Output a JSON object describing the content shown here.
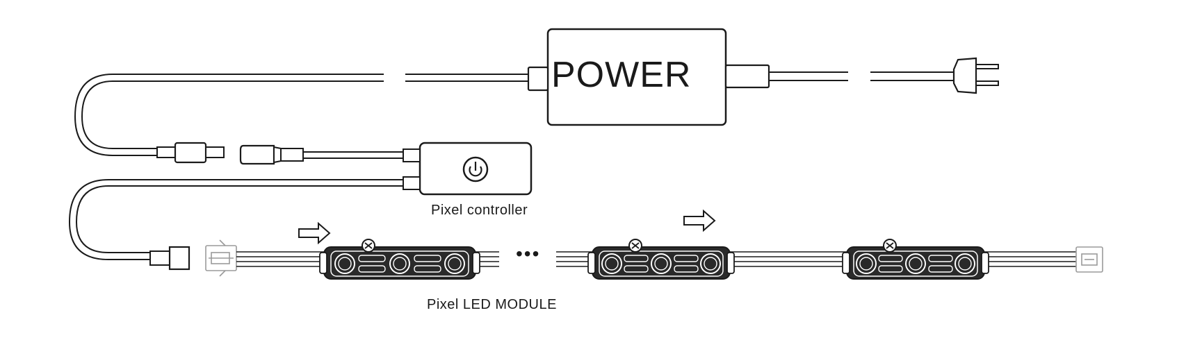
{
  "labels": {
    "power": "POWER",
    "controller": "Pixel controller",
    "module": "Pixel LED MODULE",
    "ellipsis": "•••"
  },
  "icons": {
    "power_button": "power-button-icon",
    "flow_arrow": "arrow-right-icon",
    "plug": "ac-plug-icon"
  },
  "colors": {
    "line": "#1a1a1a",
    "module_fill": "#2a2a2a",
    "background": "#ffffff"
  }
}
